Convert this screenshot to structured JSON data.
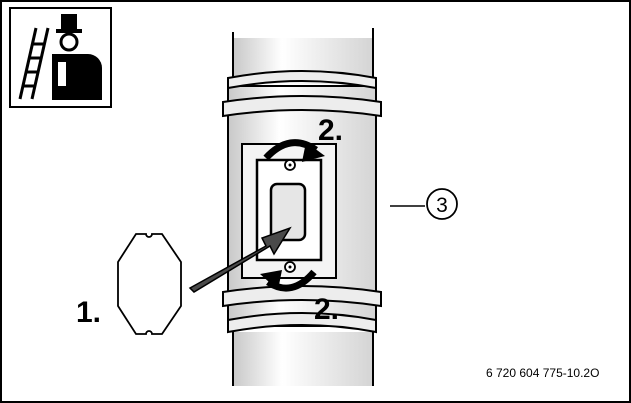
{
  "labels": {
    "step_insert": "1.",
    "step_turn_top": "2.",
    "step_turn_bottom": "2.",
    "callout": "3"
  },
  "document_number": "6 720 604 775-10.2O",
  "icons": {
    "badge": "chimney-sweep-icon",
    "arrow_insert": "arrow-right-icon",
    "arrow_rotate_top": "rotate-arrow-icon",
    "arrow_rotate_bottom": "rotate-arrow-icon"
  },
  "colors": {
    "line": "#000000",
    "background": "#ffffff",
    "pipe_shade": "#d9d9d9",
    "arrow_fill": "#4a4a4a"
  }
}
